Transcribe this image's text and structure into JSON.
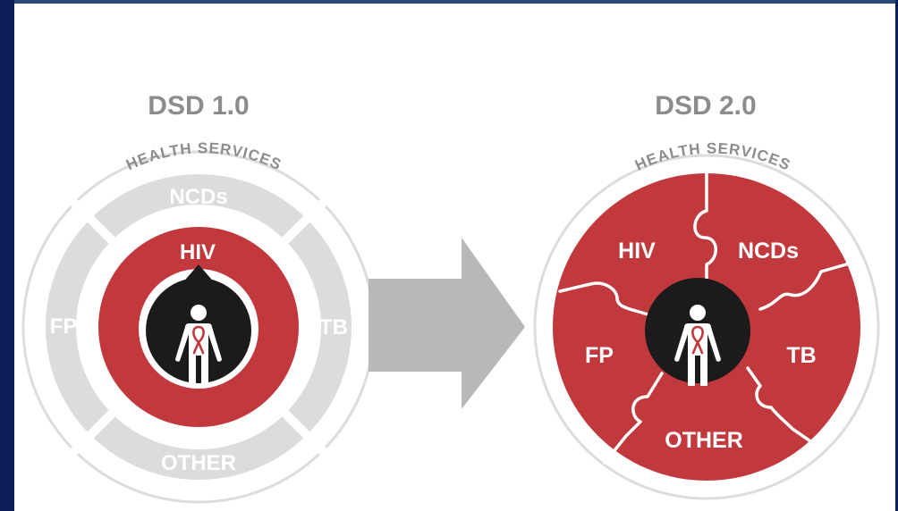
{
  "left_panel": {
    "title": "DSD 1.0",
    "arc_label": "HEALTH SERVICES",
    "segments": {
      "top": "NCDs",
      "left": "FP",
      "right": "TB",
      "bottom": "OTHER"
    },
    "center_label": "HIV"
  },
  "right_panel": {
    "title": "DSD 2.0",
    "arc_label": "HEALTH SERVICES",
    "pieces": {
      "hiv": "HIV",
      "ncds": "NCDs",
      "fp": "FP",
      "tb": "TB",
      "other": "OTHER"
    }
  },
  "icons": [
    "person-with-red-ribbon-icon",
    "transition-arrow-icon"
  ],
  "colors": {
    "side_bar": "#0a1f5c",
    "top_strip": "#2a4a78",
    "grey_segment": "#dcdcdc",
    "grey_text": "#8c8c8c",
    "red": "#c1393d",
    "dark_circle": "#1c1b1b",
    "arrow": "#b8b8b8"
  }
}
